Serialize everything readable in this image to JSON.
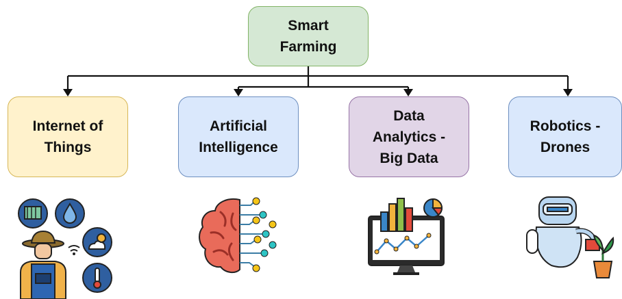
{
  "diagram": {
    "root": {
      "label": "Smart\nFarming"
    },
    "children": [
      {
        "id": "iot",
        "label": "Internet of\nThings",
        "fill": "#fff2cc",
        "stroke": "#d6b656",
        "illustration": "farmer-iot-icon"
      },
      {
        "id": "ai",
        "label": "Artificial\nIntelligence",
        "fill": "#dae8fc",
        "stroke": "#6c8ebf",
        "illustration": "brain-circuit-icon"
      },
      {
        "id": "da",
        "label": "Data\nAnalytics -\nBig Data",
        "fill": "#e1d5e7",
        "stroke": "#9673a6",
        "illustration": "analytics-monitor-icon"
      },
      {
        "id": "rob",
        "label": "Robotics -\nDrones",
        "fill": "#dae8fc",
        "stroke": "#6c8ebf",
        "illustration": "robot-plant-icon"
      }
    ],
    "colors": {
      "root_fill": "#d5e8d4",
      "root_stroke": "#82b366",
      "edge": "#111111"
    }
  }
}
